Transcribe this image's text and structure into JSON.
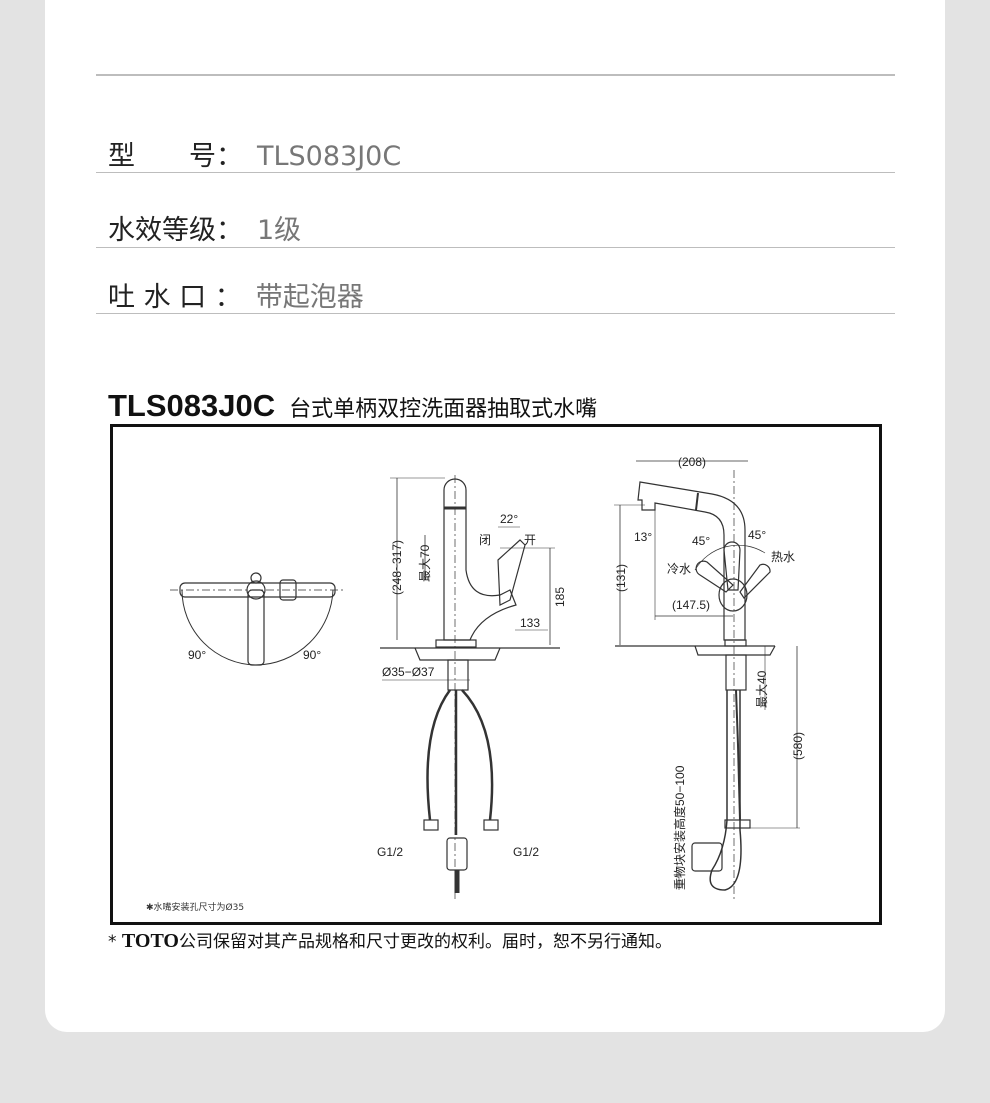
{
  "specs": [
    {
      "label": "型　　号：",
      "value": "TLS083J0C"
    },
    {
      "label": "水效等级：",
      "value": "1级"
    },
    {
      "label": "吐 水 口 ：",
      "value": "带起泡器"
    }
  ],
  "drawing": {
    "model": "TLS083J0C",
    "description": "台式单柄双控洗面器抽取式水嘴",
    "top_view": {
      "angle_left": "90°",
      "angle_right": "90°"
    },
    "side_view": {
      "height_range": "(248~317)",
      "max_pull": "最大70",
      "handle_angle": "22°",
      "closed": "闭",
      "open": "开",
      "handle_height": "185",
      "handle_reach": "133",
      "hole_dia": "Ø35−Ø37",
      "thread_left": "G1/2",
      "thread_right": "G1/2"
    },
    "front_view": {
      "width": "(208)",
      "spout_height": "(131)",
      "spout_angle": "13°",
      "cold_angle": "45°",
      "hot_angle": "45°",
      "cold": "冷水",
      "hot": "热水",
      "reach": "(147.5)",
      "max_deck": "最大40",
      "hose_length": "(580)",
      "weight_height": "重物块安装高度50−100"
    },
    "note": "✱水嘴安装孔尺寸为Ø35"
  },
  "footer": {
    "prefix": "* ",
    "brand": "TOTO",
    "text": "公司保留对其产品规格和尺寸更改的权利。届时，恕不另行通知。"
  }
}
